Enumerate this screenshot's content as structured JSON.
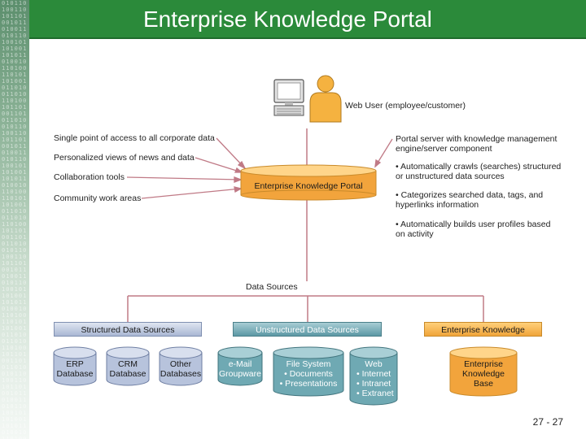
{
  "slide": {
    "title": "Enterprise Knowledge Portal",
    "page_number": "27 - 27"
  },
  "diagram": {
    "web_user": "Web User (employee/customer)",
    "portal": "Enterprise Knowledge Portal",
    "data_sources": "Data Sources",
    "left_features": [
      "Single point of access to all corporate data",
      "Personalized views of news and data",
      "Collaboration tools",
      "Community work areas"
    ],
    "right_features": [
      [
        "Portal server with knowledge management",
        "engine/server component"
      ],
      [
        "• Automatically crawls (searches) structured",
        "  or unstructured data sources"
      ],
      [
        "• Categorizes searched data, tags, and",
        "  hyperlinks information"
      ],
      [
        "• Automatically builds user profiles based",
        "  on activity"
      ]
    ],
    "groups": {
      "structured": {
        "label": "Structured Data Sources",
        "databases": [
          [
            "ERP",
            "Database"
          ],
          [
            "CRM",
            "Database"
          ],
          [
            "Other",
            "Databases"
          ]
        ]
      },
      "unstructured": {
        "label": "Unstructured Data Sources",
        "databases": [
          [
            "e-Mail",
            "Groupware"
          ],
          [
            "File System",
            "• Documents",
            "• Presentations"
          ],
          [
            "Web",
            "• Internet",
            "• Intranet",
            "• Extranet"
          ]
        ]
      },
      "knowledge": {
        "label": "Enterprise Knowledge",
        "databases": [
          [
            "Enterprise",
            "Knowledge",
            "Base"
          ]
        ]
      }
    }
  },
  "colors": {
    "header": "#2b8a3a",
    "structured": "#b7c3dc",
    "unstructured": "#6fa9b3",
    "knowledge": "#f5b04c",
    "lines": "#c07a86"
  },
  "icons": [
    "computer-icon",
    "person-icon"
  ]
}
